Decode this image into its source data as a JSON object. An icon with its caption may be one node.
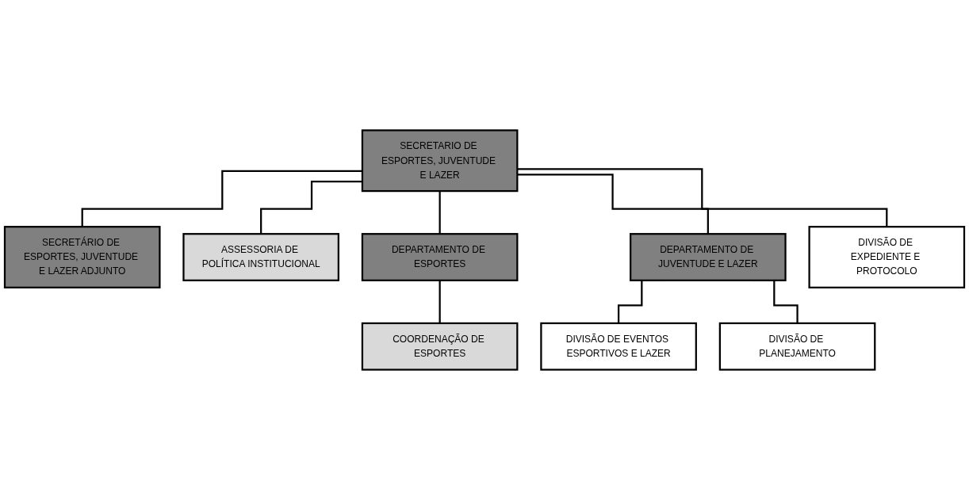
{
  "diagram": {
    "nodes": [
      {
        "text": [
          "SECRETARIO DE ESPORTES, JUVENTUDE E LAZER"
        ]
      },
      {
        "text": [
          "SECRETÁRIO DE ESPORTES, JUVENTUDE E LAZER ADJUNTO"
        ]
      },
      {
        "text": [
          "ASSESSORIA DE POLÍTICA INSTITUCIONAL"
        ]
      },
      {
        "text": [
          "DEPARTAMENTO DE ESPORTES"
        ]
      },
      {
        "text": [
          "DEPARTAMENTO DE JUVENTUDE E LAZER"
        ]
      },
      {
        "text": [
          "DIVISÃO DE EXPEDIENTE E PROTOCOLO"
        ]
      },
      {
        "text": [
          "COORDENAÇÃO DE ESPORTES"
        ]
      },
      {
        "text": [
          "DIVISÃO DE EVENTOS ESPORTIVOS E LAZER"
        ]
      },
      {
        "text": [
          "DIVISÃO DE PLANEJAMENTO"
        ]
      }
    ],
    "edges": [
      {
        "from": 0,
        "to": 1,
        "arrow": "none"
      },
      {
        "from": 0,
        "to": 2,
        "arrow": "none"
      },
      {
        "from": 0,
        "to": 3,
        "arrow": "none"
      },
      {
        "from": 0,
        "to": 4,
        "arrow": "none"
      },
      {
        "from": 0,
        "to": 5,
        "arrow": "none"
      },
      {
        "from": 3,
        "to": 6,
        "arrow": "none"
      },
      {
        "from": 4,
        "to": 7,
        "arrow": "none"
      },
      {
        "from": 4,
        "to": 8,
        "arrow": "none"
      }
    ]
  }
}
